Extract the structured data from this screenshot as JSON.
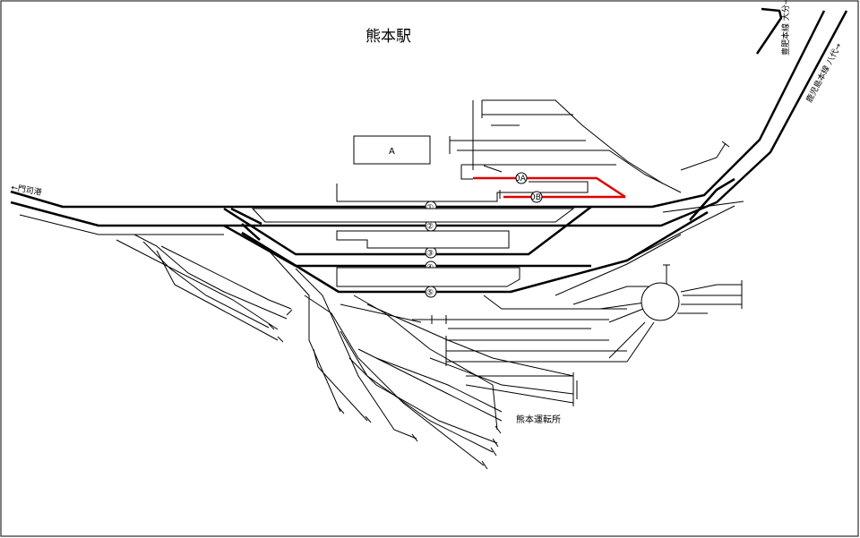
{
  "station_name": "熊本駅",
  "building_label": "A",
  "lines": {
    "moji": "←門司港",
    "hohi": "豊肥本線 大分→",
    "kagoshima": "鹿児島本線 八代→"
  },
  "depot_label": "熊本運転所",
  "tracks": {
    "t1": "①",
    "t2": "②",
    "t3": "③",
    "t4": "④",
    "t5": "⑤",
    "t0a": "0A",
    "t0b": "0B"
  },
  "colors": {
    "main": "#000000",
    "highlight": "#e00000",
    "background": "#ffffff"
  }
}
